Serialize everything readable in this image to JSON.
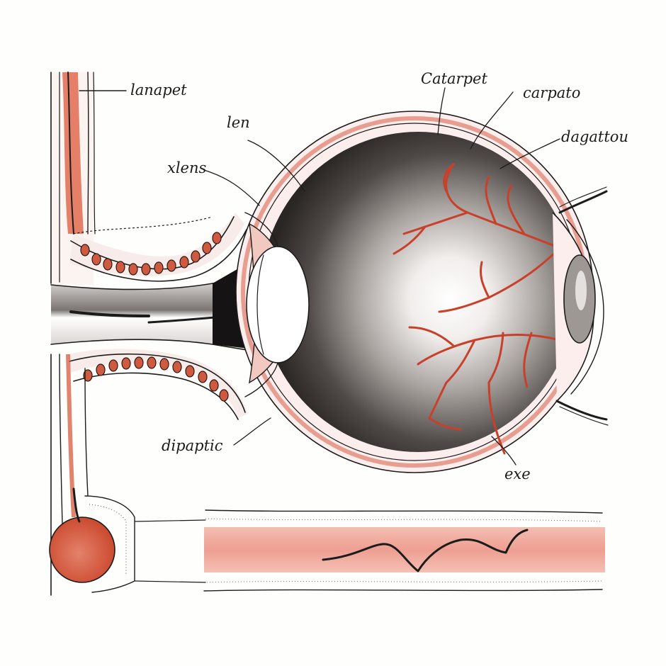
{
  "labels": {
    "top_left": "lanapet",
    "lens_upper": "len",
    "lens_left": "xlens",
    "top_center": "Catarpet",
    "top_right": "carpato",
    "right_upper": "dagattou",
    "bottom_left": "dipaptic",
    "bottom_center": "exe"
  },
  "colors": {
    "ink": "#1c1c1c",
    "vessel_red": "#c8402a",
    "tissue_pink": "#efaaa0",
    "eyeball_dark": "#3a3533",
    "background": "#fefefc"
  }
}
